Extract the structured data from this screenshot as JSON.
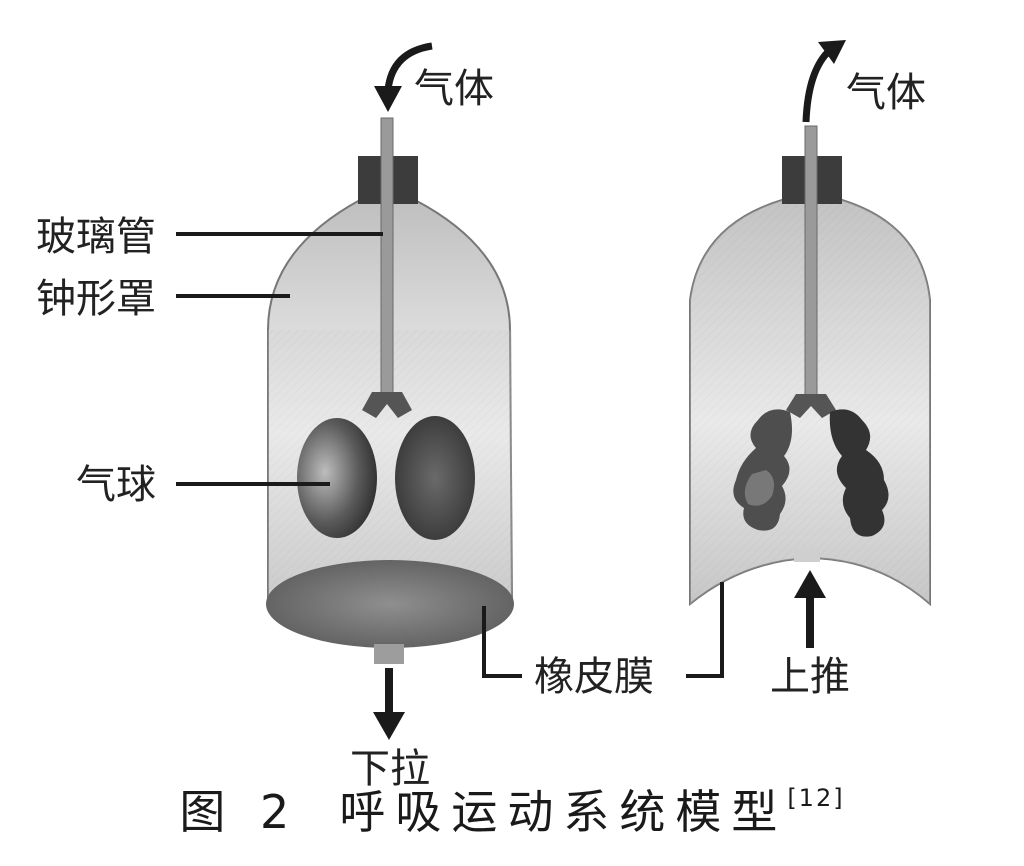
{
  "labels": {
    "gas_left": "气体",
    "gas_right": "气体",
    "glass_tube": "玻璃管",
    "bell_jar": "钟形罩",
    "balloon": "气球",
    "rubber_membrane": "橡皮膜",
    "pull_down": "下拉",
    "push_up": "上推"
  },
  "caption": {
    "figure_no": "图 2",
    "title": "呼吸运动系统模型",
    "ref": "[12]"
  }
}
